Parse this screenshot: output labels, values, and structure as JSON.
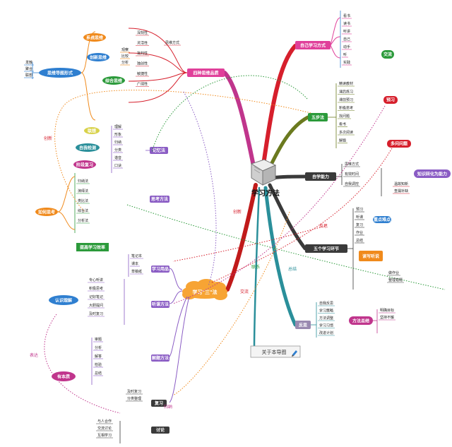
{
  "center": {
    "title": "学习方法",
    "icon": "book-icon"
  },
  "colors": {
    "red": "#d61f2c",
    "olive": "#6b7a1f",
    "darkgray": "#3a3a3a",
    "teal": "#2a8f9a",
    "pink": "#e0409a",
    "green": "#2b9a3a",
    "orange": "#f08a1c",
    "blue": "#2f7fd0",
    "purple": "#8a5cc4",
    "magenta": "#c0358c",
    "cloudOrange": "#f7a434"
  },
  "right_branches": {
    "b1": {
      "label": "自己学习方式",
      "subs": [
        "看书",
        "读书",
        "听讲",
        "自己",
        "动手",
        "听",
        "实践"
      ],
      "sticker": "交流"
    },
    "b2": {
      "label": "五步法",
      "subs": [
        "精读教材",
        "课后练习",
        "课前预习",
        "积极思考",
        "找问题",
        "看书",
        "多次阅读",
        "解题"
      ],
      "stickers": [
        "预习",
        "多问问题"
      ]
    },
    "b3": {
      "label": "自学能力",
      "subs": [
        "思维方式",
        "有效时间",
        "自我调控"
      ],
      "sticker": "知识转化为能力",
      "notes": [
        "温故知新",
        "查漏补缺"
      ]
    },
    "b4": {
      "label": "五个学习环节",
      "subs": [
        "预习",
        "听课",
        "复习",
        "作业",
        "总结"
      ],
      "stickers": [
        "重点难点",
        "读写听说"
      ],
      "notes": [
        "做作业",
        "整理错题"
      ]
    },
    "b5": {
      "label": "反思",
      "subs": [
        "自我反思",
        "学习策略",
        "方法调整",
        "学习习惯",
        "改进计划"
      ],
      "sticker": "方法总结",
      "notes": [
        "明确目标",
        "坚持不懈"
      ]
    }
  },
  "left_branches": {
    "b6": {
      "label": "四种思维品质",
      "stickers": [
        "系统思维",
        "创新思维",
        "综合思维"
      ],
      "subs": [
        "深刻性",
        "灵活性",
        "批判性",
        "独创性",
        "敏捷性",
        "广阔性"
      ],
      "note_group": "思维方式",
      "note_items": [
        "观察",
        "比较",
        "分析"
      ]
    },
    "b7": {
      "label": "记忆法",
      "stickers": [
        "联想",
        "自我检测",
        "阶段复习"
      ],
      "subs": [
        "理解",
        "形象",
        "归纳",
        "分类",
        "谐音",
        "口诀"
      ]
    },
    "b8": {
      "label": "思考方法",
      "sticker": "如何思考",
      "subs": [
        "归纳法",
        "演绎法",
        "类比法",
        "综合法",
        "分析法"
      ],
      "green_note": "提高学习效率"
    },
    "b9": {
      "label": "学习用品",
      "subs": [
        "笔记本",
        "课本",
        "草稿纸"
      ]
    },
    "b10": {
      "label": "听课方法",
      "sticker": "认识理解",
      "subs": [
        "专心听讲",
        "积极思考",
        "记好笔记",
        "大胆提问",
        "及时复习"
      ]
    },
    "b11": {
      "label": "解题方法",
      "sticker": "有本质",
      "subs": [
        "审题",
        "分析",
        "解答",
        "检验",
        "总结"
      ]
    },
    "b12": {
      "label": "复习",
      "subs": [
        "及时复习",
        "分类整理"
      ]
    },
    "b13": {
      "label": "讨论",
      "subs": [
        "与人合作",
        "交流讨论",
        "互相学习"
      ]
    }
  },
  "cloud": {
    "label": "学习\"三\"法"
  },
  "far_left": {
    "label": "思维导图形式",
    "items": [
      "发散",
      "聚合",
      "联想"
    ]
  },
  "link_labels": [
    "创新",
    "创新",
    "反思",
    "联系",
    "交流",
    "总结",
    "表达",
    "归纳"
  ],
  "bottom_box": {
    "label": "关于本导图"
  }
}
